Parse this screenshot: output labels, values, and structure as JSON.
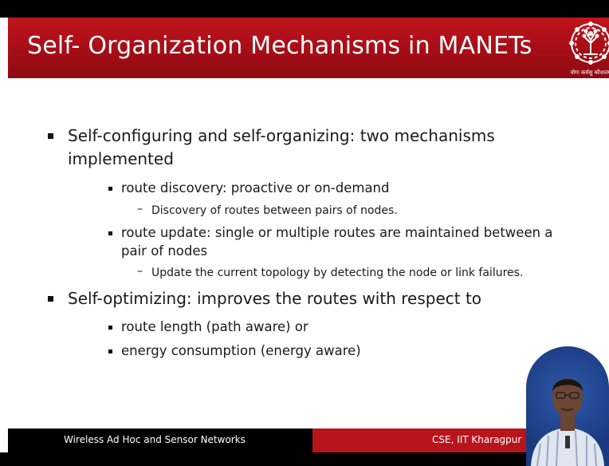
{
  "slide": {
    "title": "Self- Organization Mechanisms in MANETs",
    "logo_caption": "योगः कर्मसु कौशलम्",
    "bullets": [
      {
        "text_line1": "Self-configuring and self-organizing: two mechanisms",
        "text_line2": "implemented",
        "sub": [
          {
            "text_line1": "route discovery: proactive or on-demand",
            "detail": "Discovery of routes between pairs of nodes."
          },
          {
            "text_line1": "route update: single or multiple routes are maintained between a",
            "text_line2": "pair of nodes",
            "detail": "Update the current topology by detecting the node or link failures."
          }
        ]
      },
      {
        "text_line1": "Self-optimizing: improves the routes with respect to",
        "sub": [
          {
            "text_line1": "route length (path aware) or"
          },
          {
            "text_line1": "energy consumption (energy aware)"
          }
        ]
      }
    ]
  },
  "footer": {
    "left_text": "Wireless Ad Hoc and Sensor Networks",
    "right_text": "CSE, IIT Kharagpur"
  },
  "colors": {
    "title_bar": "#a30d16",
    "footer_right": "#b8141c",
    "footer_left": "#000000"
  },
  "icons": {
    "logo": "iit-kharagpur-emblem-icon",
    "bullet_level1": "square-bullet-icon",
    "bullet_level2": "small-square-bullet-icon",
    "detail": "dash"
  }
}
